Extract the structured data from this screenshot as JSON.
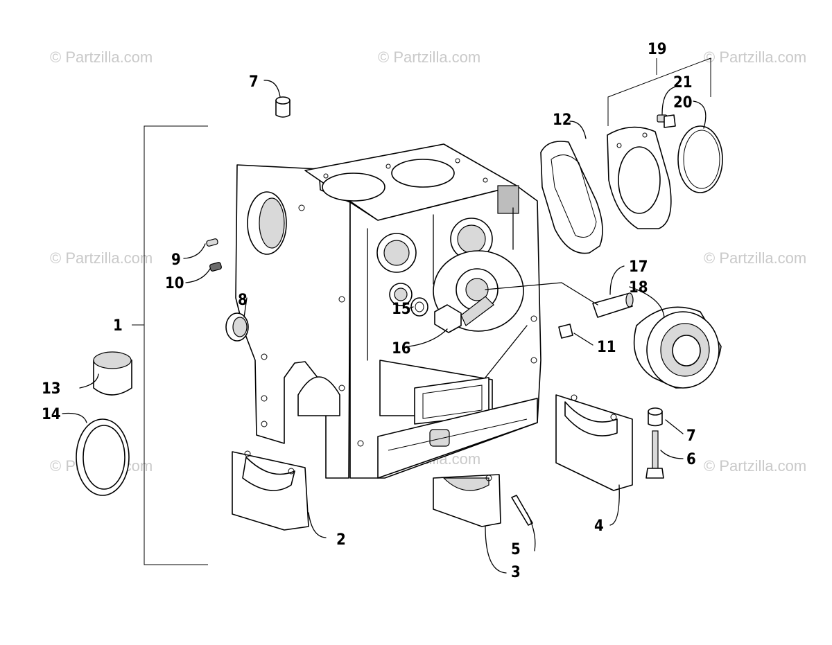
{
  "watermark": "© Partzilla.com",
  "labels": {
    "p1": "1",
    "p2": "2",
    "p3": "3",
    "p4": "4",
    "p5": "5",
    "p6": "6",
    "p7a": "7",
    "p7b": "7",
    "p8": "8",
    "p9": "9",
    "p10": "10",
    "p11": "11",
    "p12": "12",
    "p13": "13",
    "p14": "14",
    "p15": "15",
    "p16": "16",
    "p17": "17",
    "p18": "18",
    "p19": "19",
    "p20": "20",
    "p21": "21"
  }
}
